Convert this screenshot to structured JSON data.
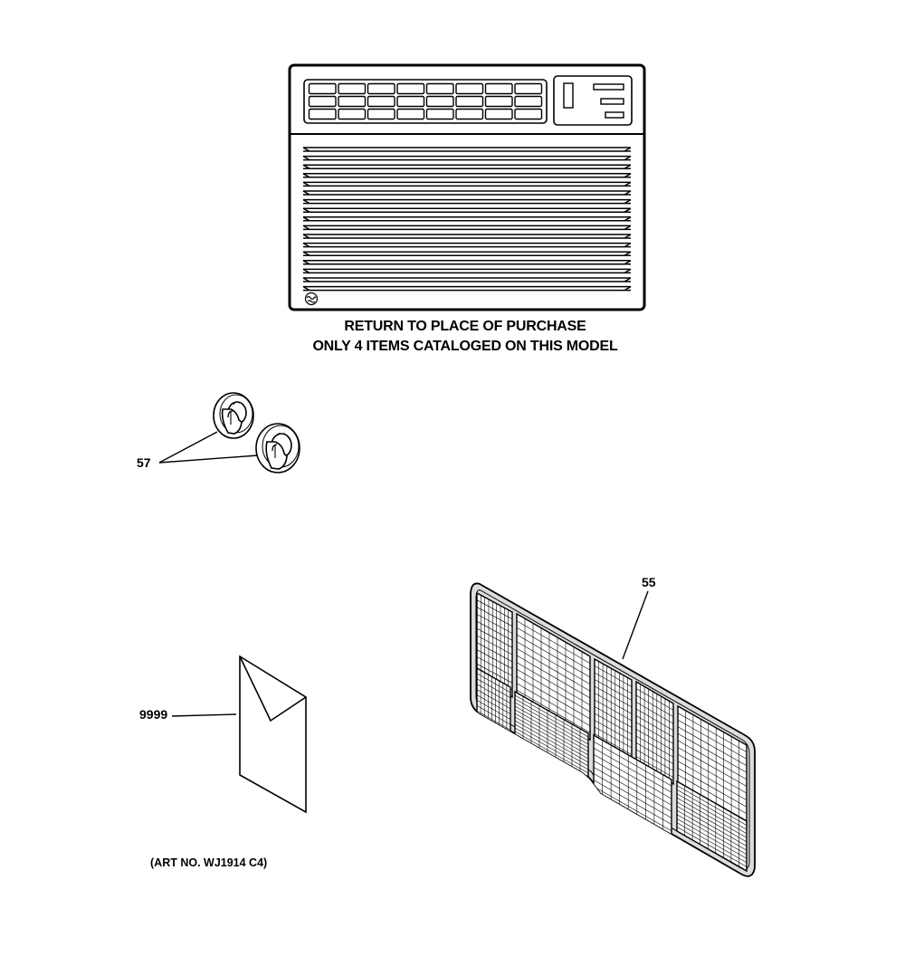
{
  "notice": {
    "line1": "RETURN TO PLACE OF PURCHASE",
    "line2": "ONLY 4 ITEMS CATALOGED ON THIS MODEL"
  },
  "parts": [
    {
      "ref": "57",
      "depicts": "control knobs"
    },
    {
      "ref": "55",
      "depicts": "air filter"
    },
    {
      "ref": "9999",
      "depicts": "literature envelope"
    }
  ],
  "art_number": "(ART NO. WJ1914 C4)",
  "icons": {
    "brand_logo": "ge-logo-icon"
  },
  "colors": {
    "line": "#000000",
    "background": "#ffffff",
    "filter_fill": "#dcdcdc"
  }
}
